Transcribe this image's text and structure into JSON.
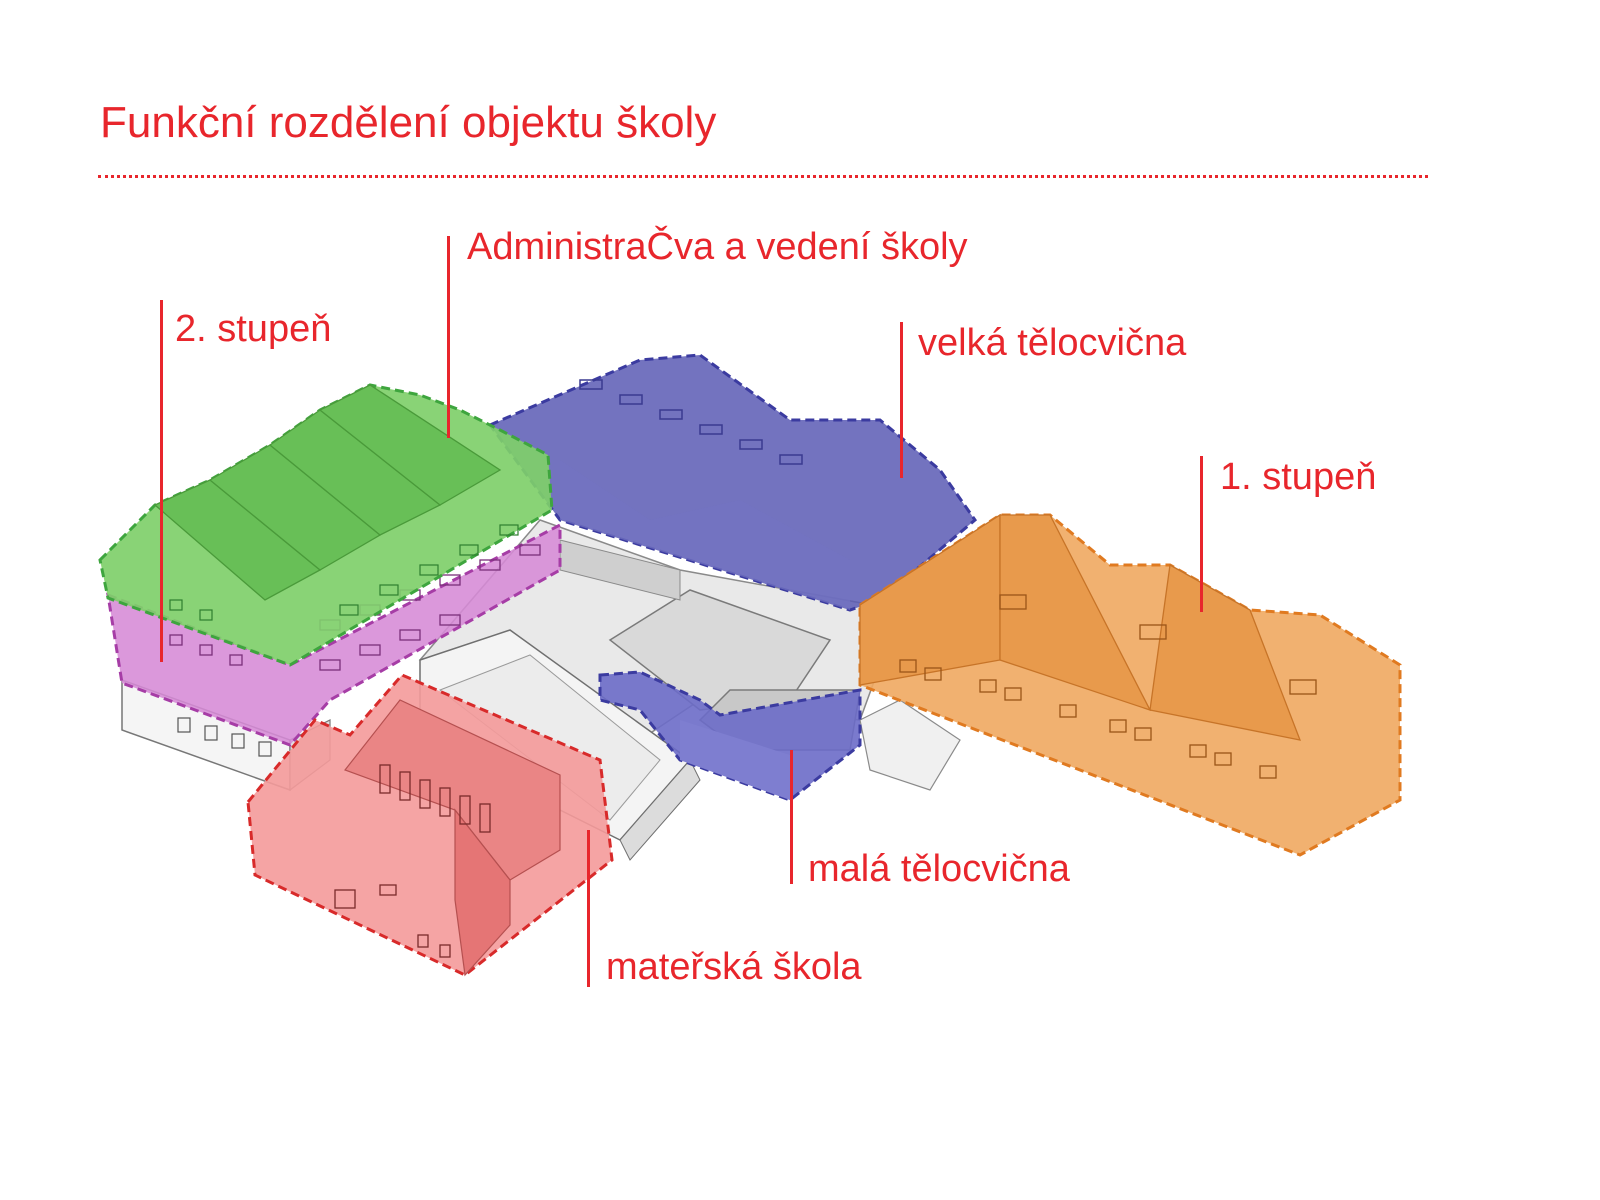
{
  "title": "Funkční rozdělení objektu školy",
  "colors": {
    "accent": "#e8262c",
    "stupen1": "#f0a860",
    "stupen2": "#d68ad6",
    "administrace": "#7fcf6a",
    "velka_telocvicna": "#5b5bb4",
    "mala_telocvicna": "#6b6bc8",
    "materska_skola": "#f49a9a"
  },
  "labels": {
    "administrace": "AdministraČva a vedení školy",
    "stupen2": "2. stupeň",
    "velka_telocvicna": "velká tělocvična",
    "stupen1": "1. stupeň",
    "mala_telocvicna": "malá tělocvična",
    "materska_skola": "mateřská škola"
  }
}
